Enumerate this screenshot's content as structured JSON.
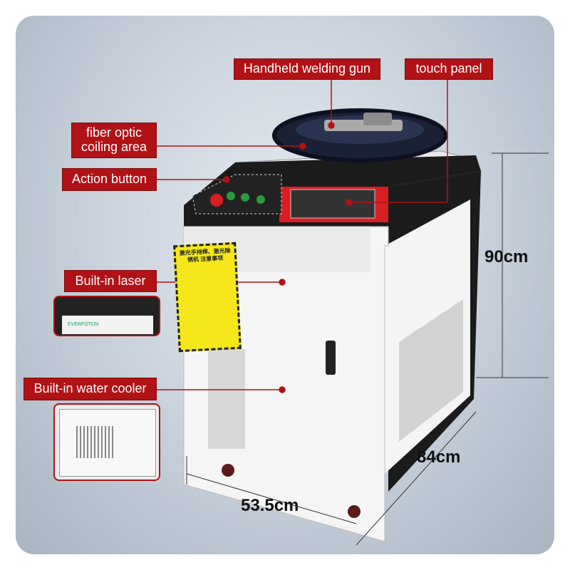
{
  "labels": {
    "welding_gun": "Handheld welding gun",
    "touch_panel": "touch panel",
    "fiber_optic": "fiber optic coiling area",
    "action_button": "Action button",
    "laser": "Built-in laser",
    "water_cooler": "Built-in water cooler"
  },
  "dimensions": {
    "height": "90cm",
    "depth": "84cm",
    "width": "53.5cm"
  },
  "laser_thumb_brand": "EVERFOTON",
  "warning_sign": "激光手持焊、激光除锈机 注意事项",
  "colors": {
    "label_bg": "#b01216",
    "panel_red": "#d81e22"
  }
}
